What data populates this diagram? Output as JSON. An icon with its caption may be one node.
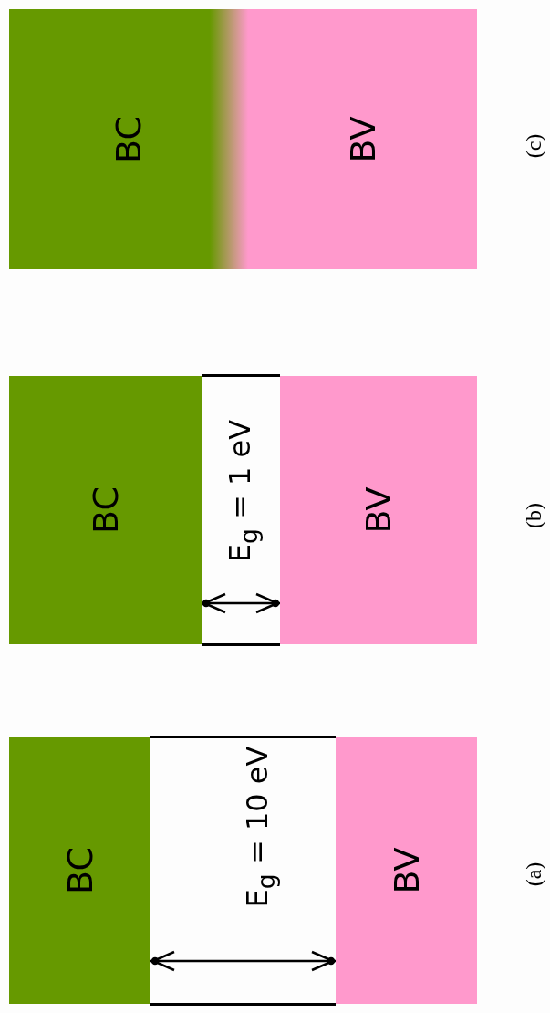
{
  "diagram": {
    "nodes": [
      {
        "text": [
          "BC"
        ]
      },
      {
        "text": [
          "E$_{g}$ = 10 eV"
        ]
      },
      {
        "text": [
          "BV"
        ]
      },
      {
        "text": [
          "BC"
        ]
      },
      {
        "text": [
          "E$_{g}$ = 1 eV"
        ]
      },
      {
        "text": [
          "BV"
        ]
      },
      {
        "text": [
          "BC"
        ]
      },
      {
        "text": [
          "BV"
        ]
      }
    ],
    "edges": [],
    "labels": [
      "(a)",
      "(b)",
      "(c)"
    ]
  }
}
